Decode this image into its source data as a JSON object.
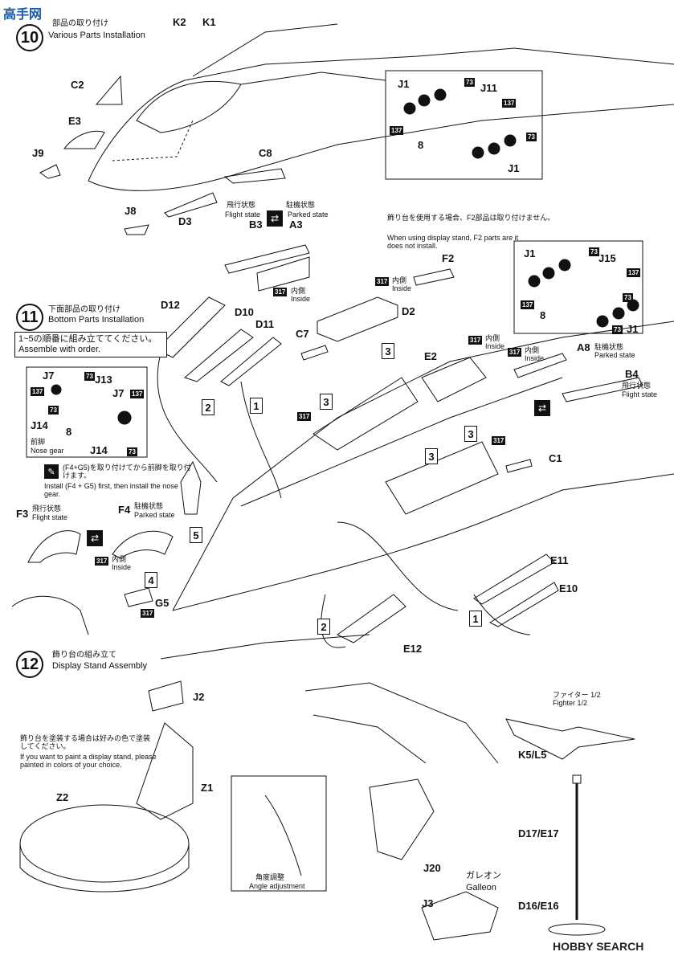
{
  "watermark": {
    "top_left": "高手网",
    "bottom_right": "HOBBY SEARCH"
  },
  "step10": {
    "num": "10",
    "jp": "部品の取り付け",
    "en": "Various Parts Installation"
  },
  "step11": {
    "num": "11",
    "jp": "下面部品の取り付け",
    "en": "Bottom Parts Installation",
    "order_jp": "1~5の順番に組み立ててください。",
    "order_en": "Assemble with order."
  },
  "step12": {
    "num": "12",
    "jp": "飾り台の組み立て",
    "en": "Display Stand Assembly"
  },
  "parts": {
    "K2": "K2",
    "K1": "K1",
    "C2": "C2",
    "E3": "E3",
    "J9": "J9",
    "C8": "C8",
    "J8": "J8",
    "D3": "D3",
    "J1a": "J1",
    "J11": "J11",
    "J1b": "J1",
    "n8a": "8",
    "J1c": "J1",
    "J15": "J15",
    "J1d": "J1",
    "n8b": "8",
    "B3": "B3",
    "A3": "A3",
    "F2": "F2",
    "D2": "D2",
    "E2": "E2",
    "A8": "A8",
    "B4": "B4",
    "C7": "C7",
    "D12": "D12",
    "D10": "D10",
    "D11": "D11",
    "C1": "C1",
    "E11": "E11",
    "E10": "E10",
    "E12": "E12",
    "J7a": "J7",
    "J13": "J13",
    "J7b": "J7",
    "J14a": "J14",
    "n8c": "8",
    "J14b": "J14",
    "F3": "F3",
    "F4": "F4",
    "G5": "G5",
    "J2": "J2",
    "Z1": "Z1",
    "Z2": "Z2",
    "K5L5": "K5/L5",
    "D17E17": "D17/E17",
    "D16E16": "D16/E16",
    "J20": "J20",
    "J3": "J3"
  },
  "badges": {
    "b73": "73",
    "b137": "137",
    "b317": "317"
  },
  "labels": {
    "flight_jp": "飛行状態",
    "flight_en": "Flight state",
    "parked_jp": "駐機状態",
    "parked_en": "Parked state",
    "inside_jp": "内側",
    "inside_en": "Inside",
    "stand_note_jp": "飾り台を使用する場合、F2部品は取り付けません。",
    "stand_note_en": "When using display stand, F2 parts are it does not install.",
    "nose_jp": "前脚",
    "nose_en": "Nose gear",
    "install_jp": "(F4+G5)を取り付けてから前脚を取り付けます。",
    "install_en": "Install (F4 + G5) first, then install the nose gear.",
    "paint_jp": "飾り台を塗装する場合は好みの色で塗装してください。",
    "paint_en": "If you want to paint a display stand, please painted in colors of your choice.",
    "angle_jp": "角度調整",
    "angle_en": "Angle adjustment",
    "galleon_jp": "ガレオン",
    "galleon_en": "Galleon",
    "fighter_jp": "ファイター 1/2",
    "fighter_en": "Fighter 1/2"
  },
  "order_numbers": [
    "1",
    "2",
    "3",
    "4",
    "5"
  ]
}
